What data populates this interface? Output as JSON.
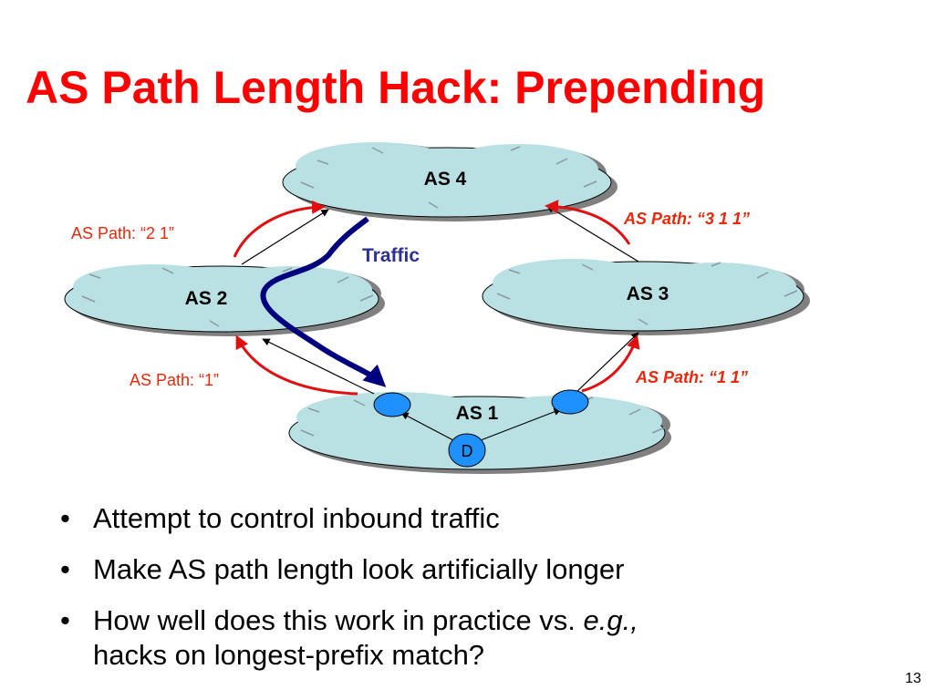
{
  "slide": {
    "title": "AS Path Length Hack: Prepending",
    "page_number": "13"
  },
  "diagram": {
    "nodes": {
      "as4": "AS 4",
      "as2": "AS 2",
      "as3": "AS 3",
      "as1": "AS 1",
      "destination": "D"
    },
    "path_labels": {
      "as2_to_as4": "AS Path: “2 1”",
      "as3_to_as4": "AS Path: “3 1 1”",
      "as1_to_as2": "AS Path: “1”",
      "as1_to_as3": "AS Path: “1 1”"
    },
    "traffic_label": "Traffic",
    "colors": {
      "cloud_fill": "#b9e1e4",
      "cloud_shadow": "#808080",
      "router_fill": "#1e90ff",
      "advert_arrow": "#e01010",
      "traffic_arrow": "#00007f",
      "path_label": "#e8280a",
      "traffic_label": "#2e3192"
    }
  },
  "bullets": {
    "items": [
      {
        "text": "Attempt to control inbound traffic"
      },
      {
        "text": "Make AS path length look artificially longer"
      },
      {
        "text_before": "How well does this work in practice vs. ",
        "text_italic": "e.g.,",
        "text_after": "hacks on longest-prefix match?"
      }
    ]
  }
}
